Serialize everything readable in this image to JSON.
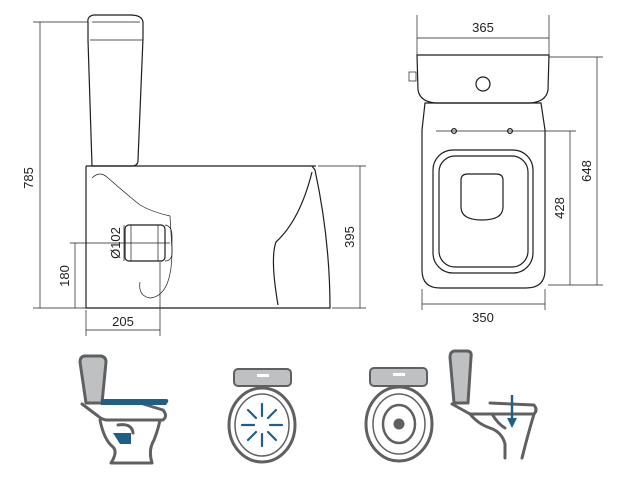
{
  "dimensions": {
    "total_height": "785",
    "side_height": "395",
    "outlet_height": "180",
    "outlet_diameter": "Ø102",
    "outlet_offset": "205",
    "tank_width": "365",
    "bowl_length": "648",
    "seat_length": "428",
    "bowl_width": "350"
  },
  "colors": {
    "line": "#1e1e1e",
    "icon_grey": "#5f6062",
    "icon_light": "#bfc0c1",
    "accent_blue": "#1f5f86"
  },
  "icons": [
    "soft-close-seat-icon",
    "rimless-flush-icon",
    "antibacterial-glaze-icon",
    "vertical-outlet-icon"
  ]
}
